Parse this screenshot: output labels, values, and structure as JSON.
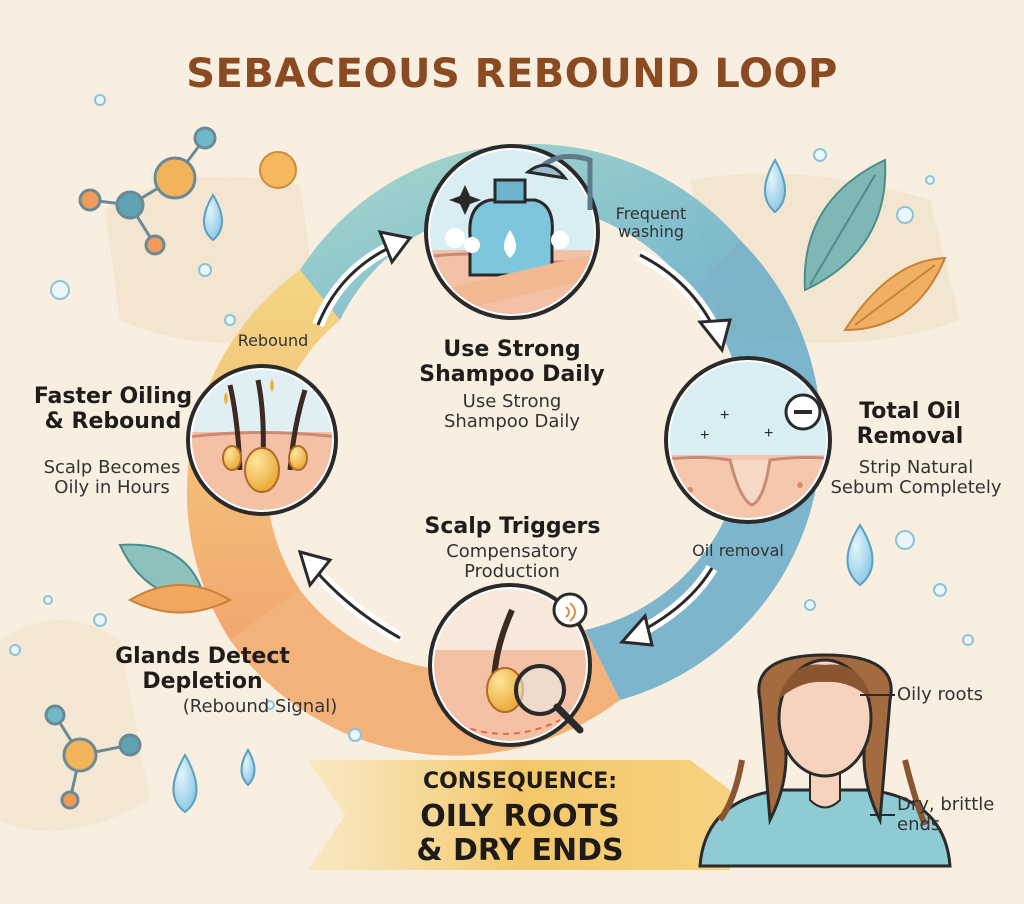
{
  "title": "SEBACEOUS REBOUND LOOP",
  "steps": [
    {
      "heading": "Use Strong Shampoo Daily",
      "subtext": "Use Strong Shampoo Daily"
    },
    {
      "heading": "Total Oil Removal",
      "subtext": "Strip Natural Sebum Completely"
    },
    {
      "heading": "Scalp Triggers",
      "subtext": "Compensatory Production"
    },
    {
      "heading": "Glands Detect Depletion",
      "subtext": "(Rebound Signal)"
    },
    {
      "heading": "Faster Oiling & Rebound",
      "subtext": "Scalp Becomes Oily in Hours"
    }
  ],
  "arrow_labels": {
    "washing": "Frequent washing",
    "oil_removal": "Oil removal",
    "rebound": "Rebound"
  },
  "consequence": {
    "label": "CONSEQUENCE:",
    "line1": "OILY ROOTS",
    "line2": "& DRY ENDS"
  },
  "person_labels": {
    "roots": "Oily roots",
    "ends": "Dry, brittle ends"
  },
  "colors": {
    "title": "#8a4a22",
    "teal": "#7cc7c4",
    "blue": "#5fa7c8",
    "orange": "#f0a35e",
    "yellow": "#f3cf73",
    "background": "#f8efe0",
    "banner": "#f4c86a"
  }
}
